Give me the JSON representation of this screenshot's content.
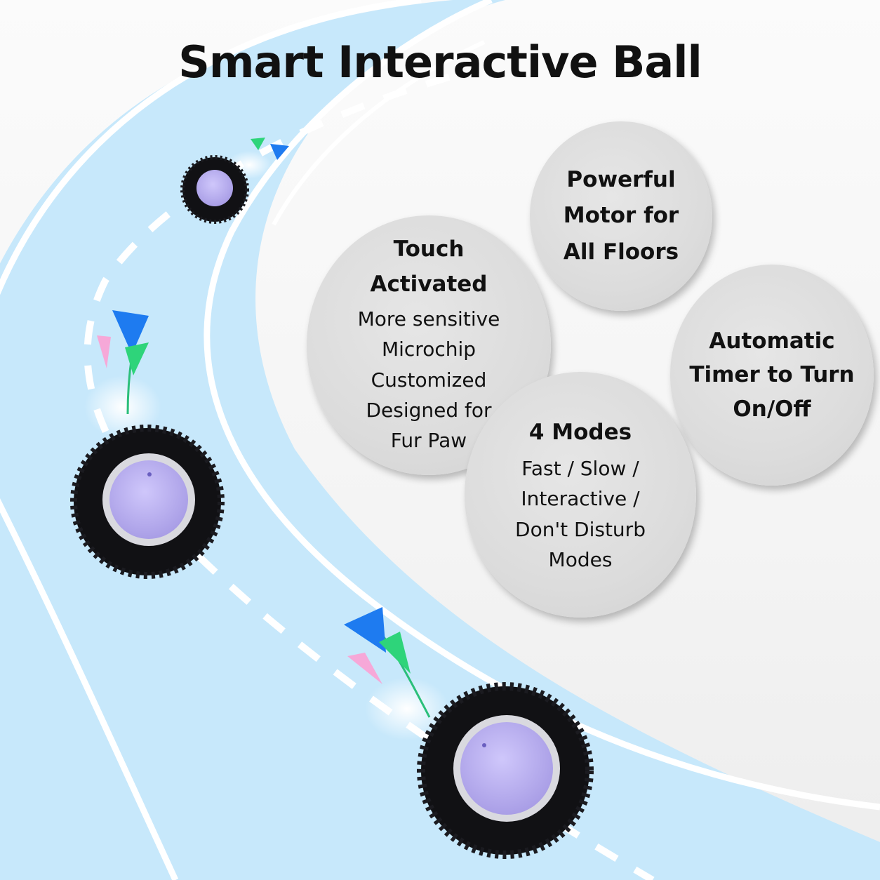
{
  "title": "Smart Interactive Ball",
  "colors": {
    "road": "#c7e8fb",
    "road_marking": "#ffffff",
    "bubble": "#dedede",
    "fur": "#0f0f12",
    "ball": "#b8aef0",
    "feather_blue": "#1e7bf0",
    "feather_green": "#2ed47a",
    "feather_pink": "#f6a8d8"
  },
  "features": {
    "motor": {
      "heading": [
        "Powerful",
        "Motor for",
        "All Floors"
      ]
    },
    "touch": {
      "heading": [
        "Touch",
        "Activated"
      ],
      "body": [
        "More sensitive",
        "Microchip",
        "Customized",
        "Designed for",
        "Fur Paw"
      ]
    },
    "timer": {
      "heading": [
        "Automatic",
        "Timer to Turn",
        "On/Off"
      ]
    },
    "modes": {
      "heading": [
        "4 Modes"
      ],
      "body": [
        "Fast / Slow /",
        "Interactive /",
        "Don't Disturb",
        "Modes"
      ]
    }
  },
  "product_images": [
    "toy-ball-small",
    "toy-ball-medium",
    "toy-ball-large"
  ]
}
